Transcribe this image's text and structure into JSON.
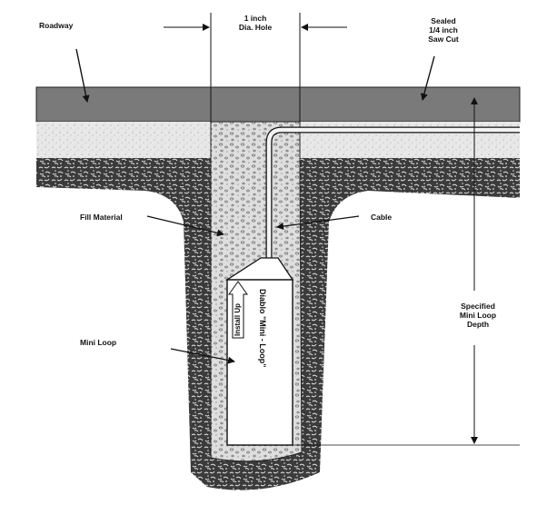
{
  "labels": {
    "roadway": "Roadway",
    "hole_line1": "1 inch",
    "hole_line2": "Dia. Hole",
    "sealed_line1": "Sealed",
    "sealed_line2": "1/4 inch",
    "sealed_line3": "Saw Cut",
    "fill_material": "Fill Material",
    "cable": "Cable",
    "mini_loop": "Mini Loop",
    "depth_line1": "Specified",
    "depth_line2": "Mini Loop",
    "depth_line3": "Depth",
    "install_up": "Install Up",
    "diablo": "Diablo \"Mini - Loop\""
  },
  "colors": {
    "asphalt": "#7a7a7a",
    "base_speckle": "#e6e6e6",
    "soil": "#3b3b3b",
    "fill": "#d2d2d2",
    "line": "#111111"
  }
}
